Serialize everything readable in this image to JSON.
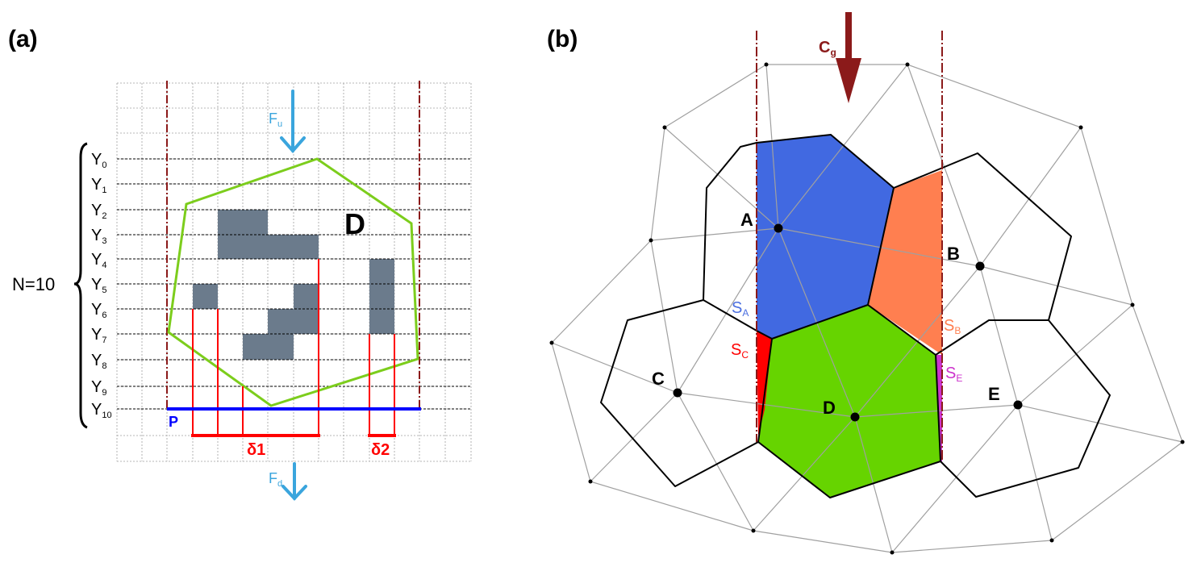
{
  "panel_a": {
    "label": "(a)",
    "n_label": "N=10",
    "y_labels": [
      {
        "base": "Y",
        "sub": "0"
      },
      {
        "base": "Y",
        "sub": "1"
      },
      {
        "base": "Y",
        "sub": "2"
      },
      {
        "base": "Y",
        "sub": "3"
      },
      {
        "base": "Y",
        "sub": "4"
      },
      {
        "base": "Y",
        "sub": "5"
      },
      {
        "base": "Y",
        "sub": "6"
      },
      {
        "base": "Y",
        "sub": "7"
      },
      {
        "base": "Y",
        "sub": "8"
      },
      {
        "base": "Y",
        "sub": "9"
      },
      {
        "base": "Y",
        "sub": "10"
      }
    ],
    "region_label": "D",
    "boundary_label": "P",
    "flux_up": {
      "base": "F",
      "sub": "u"
    },
    "flux_down": {
      "base": "F",
      "sub": "d"
    },
    "delta1_label": "δ1",
    "delta2_label": "δ2",
    "colors": {
      "grid": "#a0a0a0",
      "cell_fill": "#6b7b8c",
      "hexagon": "#7ccd1c",
      "boundary": "#0000ff",
      "flux_arrow": "#3aa5dd",
      "delta": "#ff0000",
      "channel": "#8b1a1a"
    }
  },
  "panel_b": {
    "label": "(b)",
    "flux_label": {
      "base": "C",
      "sub": "g"
    },
    "nodes": [
      "A",
      "B",
      "C",
      "D",
      "E"
    ],
    "segments": [
      {
        "base": "S",
        "sub": "A",
        "color": "#4a6ee0"
      },
      {
        "base": "S",
        "sub": "B",
        "color": "#ff7f50"
      },
      {
        "base": "S",
        "sub": "C",
        "color": "#ff0000"
      },
      {
        "base": "S",
        "sub": "E",
        "color": "#cc33cc"
      }
    ],
    "colors": {
      "cell_A": "#4169e1",
      "cell_B": "#ff7f50",
      "cell_D": "#66d400",
      "sliver_C": "#ff0000",
      "sliver_E": "#cc33cc",
      "triangulation": "#a0a0a0",
      "voronoi": "#000000",
      "flux_arrow": "#8b1a1a"
    }
  }
}
